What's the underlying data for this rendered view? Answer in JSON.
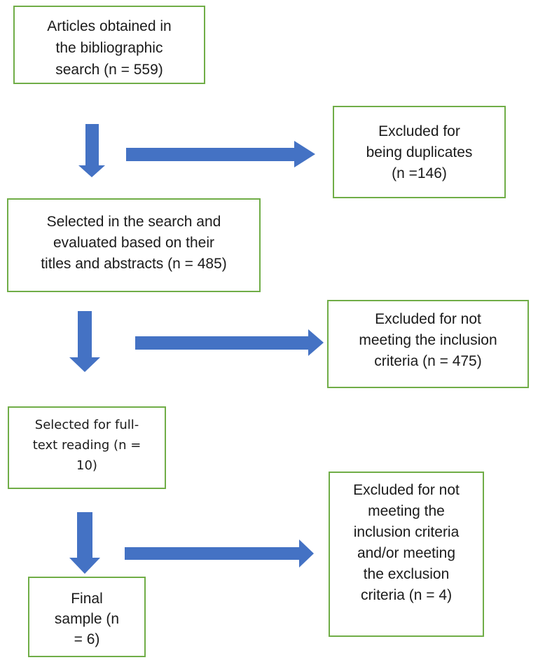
{
  "diagram": {
    "type": "flowchart",
    "colors": {
      "box_border": "#70AD47",
      "arrow": "#4472C4",
      "text": "#1b1b1b",
      "background": "#ffffff"
    },
    "nodes": [
      {
        "id": "bibliographic-search",
        "label": "Articles obtained in the bibliographic search (n = 559)",
        "lines": [
          "Articles obtained in",
          "the bibliographic",
          "search (n = 559)"
        ],
        "n": 559
      },
      {
        "id": "excluded-duplicates",
        "label": "Excluded for being duplicates (n =146)",
        "lines": [
          "Excluded for",
          "being duplicates",
          "(n =146)"
        ],
        "n": 146
      },
      {
        "id": "titles-abstracts-screening",
        "label": "Selected in the search and evaluated based on their titles and abstracts (n = 485)",
        "lines": [
          "Selected in the search and",
          "evaluated based on their",
          "titles and abstracts (n = 485)"
        ],
        "n": 485
      },
      {
        "id": "excluded-inclusion-criteria",
        "label": "Excluded for not meeting the inclusion criteria (n = 475)",
        "lines": [
          "Excluded for not",
          "meeting the inclusion",
          "criteria (n = 475)"
        ],
        "n": 475
      },
      {
        "id": "full-text-reading",
        "label": "Selected for full-text reading (n = 10)",
        "lines": [
          "Selected for full-",
          "text reading (n =",
          "10)"
        ],
        "n": 10
      },
      {
        "id": "excluded-inclusion-exclusion-criteria",
        "label": "Excluded for not meeting the inclusion criteria and/or meeting the exclusion criteria (n = 4)",
        "lines": [
          "Excluded for not",
          "meeting the",
          "inclusion criteria",
          "and/or meeting",
          "the exclusion",
          "criteria (n = 4)"
        ],
        "n": 4
      },
      {
        "id": "final-sample",
        "label": "Final sample (n = 6)",
        "lines": [
          "Final",
          "sample (n",
          "= 6)"
        ],
        "n": 6
      }
    ]
  }
}
